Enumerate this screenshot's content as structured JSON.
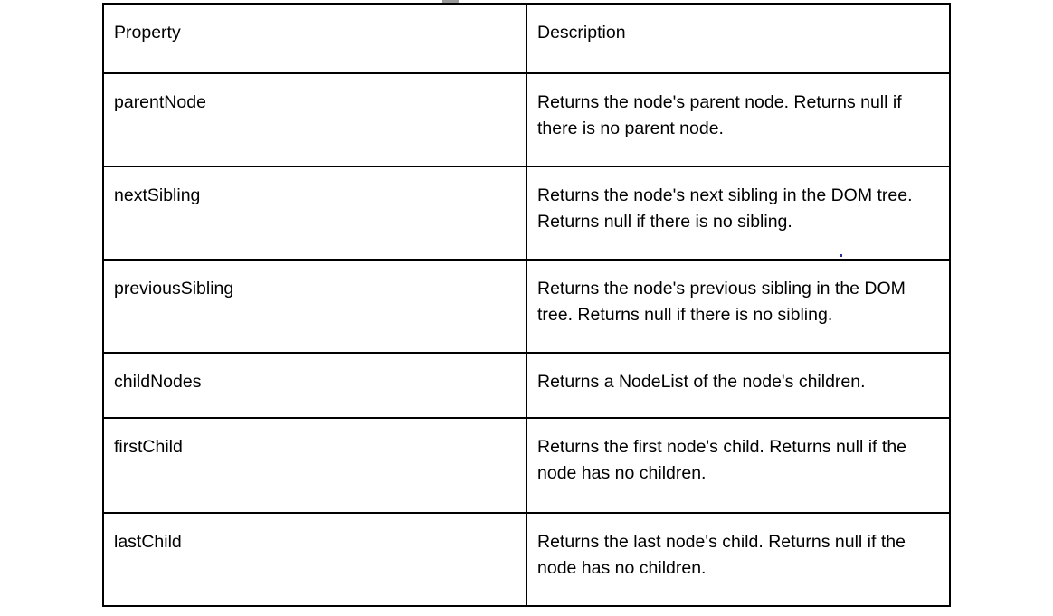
{
  "table": {
    "columns": [
      {
        "key": "property",
        "label": "Property"
      },
      {
        "key": "description",
        "label": "Description"
      }
    ],
    "rows": [
      {
        "property": "parentNode",
        "description": "Returns the node's parent node. Returns null if there is no parent node."
      },
      {
        "property": "nextSibling",
        "description": "Returns the node's next sibling in the DOM tree. Returns null if there is no sibling."
      },
      {
        "property": "previousSibling",
        "description": "Returns the node's previous sibling in the DOM tree. Returns null if there is no sibling."
      },
      {
        "property": "childNodes",
        "description": "Returns a NodeList of the node's children."
      },
      {
        "property": "firstChild",
        "description": "Returns the first node's child. Returns null if the node has no children."
      },
      {
        "property": "lastChild",
        "description": "Returns the last node's child. Returns null if the node has no children."
      }
    ]
  },
  "colors": {
    "border": "#000000",
    "text": "#000000",
    "background": "#ffffff",
    "artifact_gray": "#9a9a9a",
    "artifact_blue": "#2b2f9e"
  }
}
